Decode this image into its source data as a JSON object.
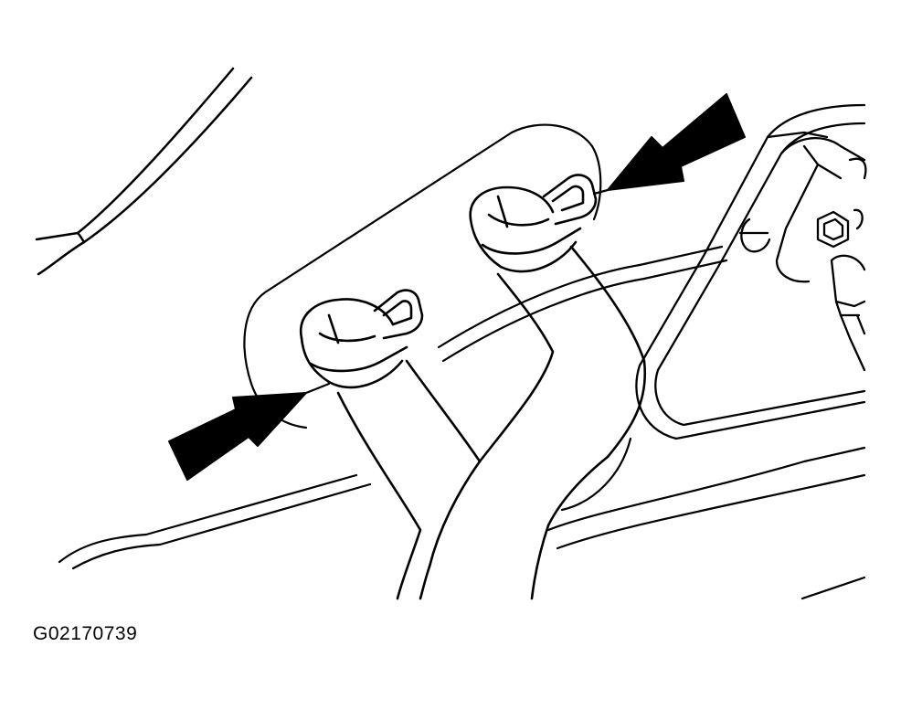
{
  "figure": {
    "id_label": "G02170739"
  },
  "colors": {
    "ink": "#000000",
    "paper": "#ffffff"
  },
  "parts": {
    "arrows": [
      "left-arrow",
      "right-arrow"
    ],
    "clamps": [
      "left-hose-clamp",
      "right-hose-clamp"
    ],
    "hoses": [
      "left-heater-hose",
      "right-heater-hose"
    ]
  }
}
